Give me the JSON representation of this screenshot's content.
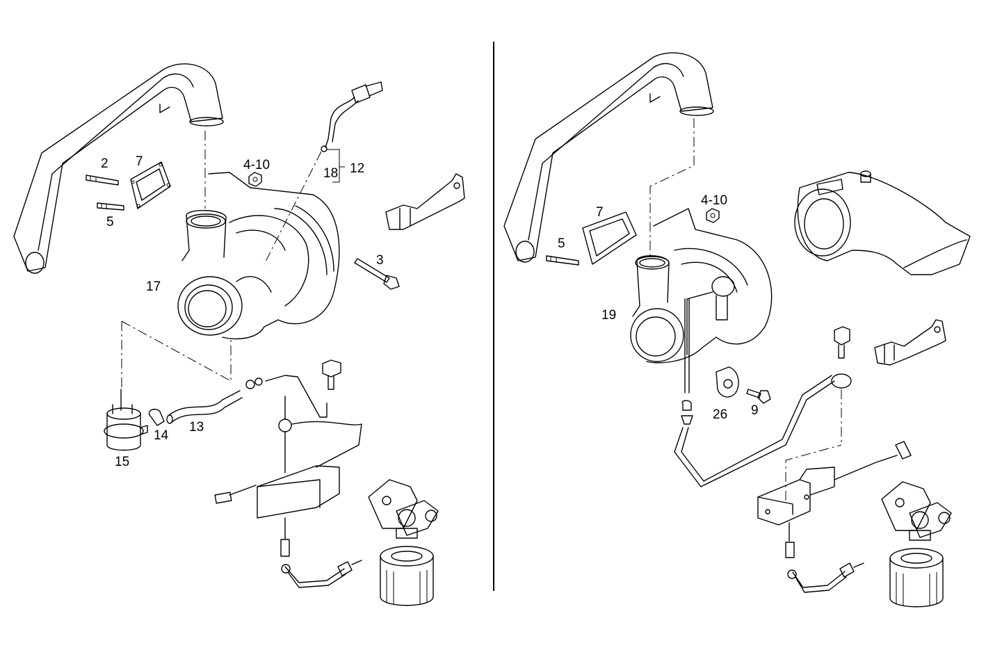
{
  "callouts": {
    "left": {
      "c2": "2",
      "c7": "7",
      "c5": "5",
      "c4_10": "4-10",
      "c18": "18",
      "c12": "12",
      "c3": "3",
      "c17": "17",
      "c13": "13",
      "c14": "14",
      "c15": "15"
    },
    "right": {
      "c5": "5",
      "c7": "7",
      "c4_10": "4-10",
      "c19": "19",
      "c26": "26",
      "c9": "9"
    }
  },
  "colors": {
    "line": "#000000",
    "background": "#ffffff"
  }
}
